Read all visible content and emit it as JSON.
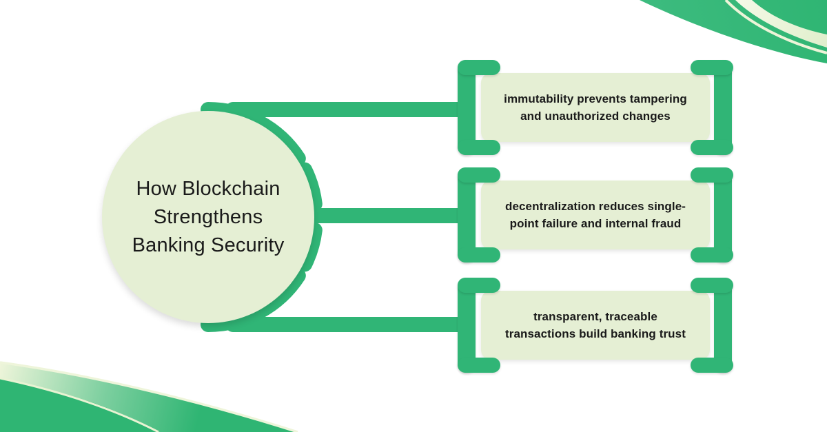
{
  "title": "How Blockchain Strengthens Banking Security infographic",
  "colors": {
    "green": "#30b576",
    "light_fill": "#e5efd4",
    "cream": "#edf4d8",
    "text_dark": "#1a1a1a",
    "background": "#ffffff"
  },
  "center": {
    "title_lines": [
      "How Blockchain",
      "Strengthens",
      "Banking Security"
    ]
  },
  "features": [
    {
      "lines": [
        "immutability prevents tampering",
        "and unauthorized changes"
      ]
    },
    {
      "lines": [
        "decentralization reduces single-",
        "point failure and internal fraud"
      ]
    },
    {
      "lines": [
        "transparent, traceable",
        "transactions build banking trust"
      ]
    }
  ]
}
